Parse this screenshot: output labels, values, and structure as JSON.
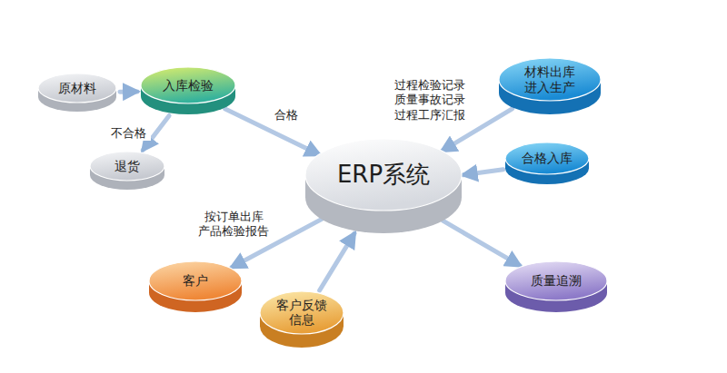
{
  "diagram": {
    "nodes": [
      {
        "text": [
          "原材料"
        ]
      },
      {
        "text": [
          "入库检验"
        ]
      },
      {
        "text": [
          "材料出库 进入生产"
        ]
      },
      {
        "text": [
          "退货"
        ]
      },
      {
        "text": [
          "合格入库"
        ]
      },
      {
        "text": [
          "ERP系统"
        ]
      },
      {
        "text": [
          "客户"
        ]
      },
      {
        "text": [
          "客户反馈 信息"
        ]
      },
      {
        "text": [
          "质量追溯"
        ]
      }
    ],
    "edges": [
      {
        "from": 0,
        "to": 1,
        "arrow": "to"
      },
      {
        "from": 1,
        "to": 3,
        "label": "不合格",
        "arrow": "to"
      },
      {
        "from": 1,
        "to": 5,
        "label": "合格",
        "arrow": "to"
      },
      {
        "from": 2,
        "to": 5,
        "label": "过程检验记录 质量事故记录 过程工序汇报",
        "arrow": "to"
      },
      {
        "from": 4,
        "to": 5,
        "arrow": "to"
      },
      {
        "from": 5,
        "to": 6,
        "label": "按订单出库 产品检验报告",
        "arrow": "to"
      },
      {
        "from": 7,
        "to": 5,
        "arrow": "to"
      },
      {
        "from": 5,
        "to": 8,
        "arrow": "to"
      }
    ]
  }
}
